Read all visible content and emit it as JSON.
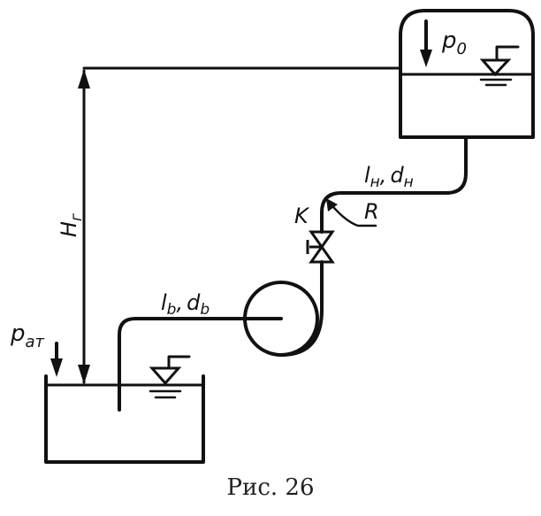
{
  "labels": {
    "p_top": "p",
    "p_top_sub": "0",
    "p_atm": "p",
    "p_atm_sub": "ат",
    "height": "H",
    "height_sub": "г",
    "discharge_pipe": "l",
    "discharge_sub1": "н",
    "discharge_d": "d",
    "discharge_sub2": "н",
    "suction_pipe": "l",
    "suction_sub1": "b",
    "suction_d": "d",
    "suction_sub2": "b",
    "valve": "K",
    "radius": "R",
    "sep": ","
  },
  "caption": "Рис. 26"
}
